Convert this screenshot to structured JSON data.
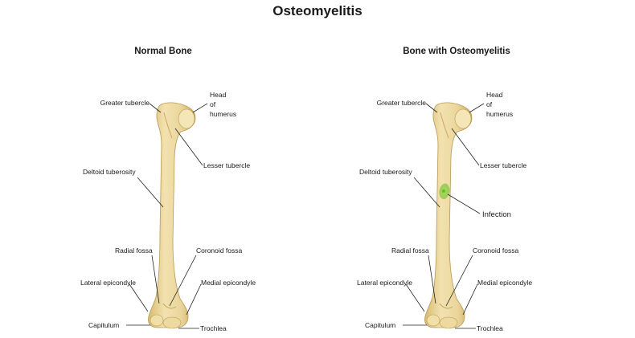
{
  "title": "Osteomyelitis",
  "panels": [
    {
      "subtitle": "Normal Bone",
      "labels": {
        "head": [
          "Head",
          "of",
          "humerus"
        ],
        "greater_tubercle": "Greater tubercle",
        "lesser_tubercle": "Lesser tubercle",
        "deltoid_tuberosity": "Deltoid tuberosity",
        "radial_fossa": "Radial fossa",
        "coronoid_fossa": "Coronoid fossa",
        "lateral_epicondyle": "Lateral epicondyle",
        "medial_epicondyle": "Medial epicondyle",
        "capitulum": "Capitulum",
        "trochlea": "Trochlea"
      }
    },
    {
      "subtitle": "Bone with Osteomyelitis",
      "labels": {
        "head": [
          "Head",
          "of",
          "humerus"
        ],
        "greater_tubercle": "Greater tubercle",
        "lesser_tubercle": "Lesser tubercle",
        "deltoid_tuberosity": "Deltoid tuberosity",
        "infection": "Infection",
        "radial_fossa": "Radial fossa",
        "coronoid_fossa": "Coronoid fossa",
        "lateral_epicondyle": "Lateral epicondyle",
        "medial_epicondyle": "Medial epicondyle",
        "capitulum": "Capitulum",
        "trochlea": "Trochlea"
      }
    }
  ],
  "colors": {
    "bone_fill": "#efdca6",
    "bone_shade": "#d9bf78",
    "bone_dark": "#b89a52",
    "infection": "#8fd14a"
  }
}
